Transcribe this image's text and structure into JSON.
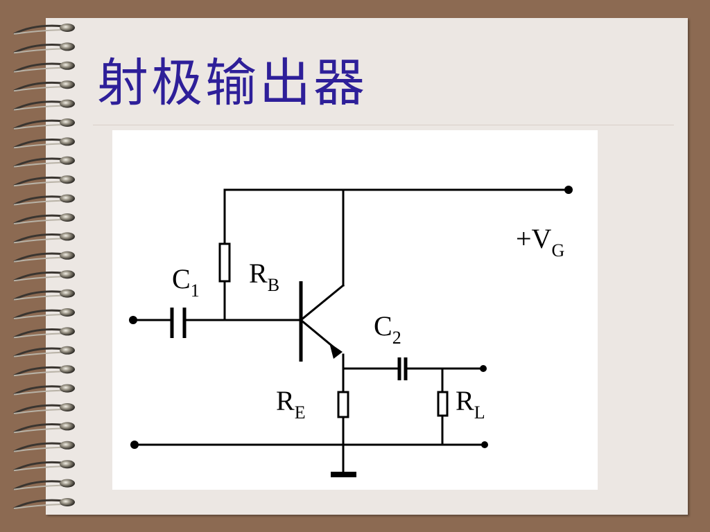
{
  "slide": {
    "title": "射极输出器",
    "colors": {
      "frame": "#8c6a52",
      "paper": "#ece7e3",
      "title": "#2e1f99",
      "figure_bg": "#ffffff",
      "wire": "#000000"
    }
  },
  "circuit": {
    "labels": {
      "c1": {
        "main": "C",
        "sub": "1"
      },
      "rb": {
        "main": "R",
        "sub": "B"
      },
      "vg": {
        "main": "+V",
        "sub": "G"
      },
      "c2": {
        "main": "C",
        "sub": "2"
      },
      "re": {
        "main": "R",
        "sub": "E"
      },
      "rl": {
        "main": "R",
        "sub": "L"
      }
    }
  }
}
